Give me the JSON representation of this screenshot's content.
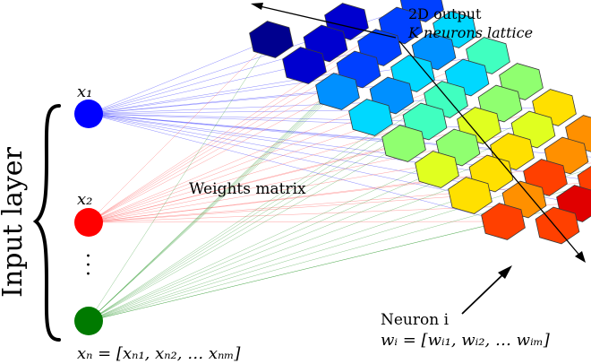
{
  "input_layer": {
    "label": "Input layer",
    "dots": "·",
    "nodes": [
      {
        "label": "x₁",
        "color": "#0000ff"
      },
      {
        "label": "x₂",
        "color": "#ff0000"
      },
      {
        "label": "xₙ = [xₙ₁, xₙ₂, … xₙₘ]",
        "color": "#007a00"
      }
    ]
  },
  "weights_label": "Weights matrix",
  "output": {
    "title_line1": "2D output",
    "title_line2": "K neurons lattice"
  },
  "neuron": {
    "label": "Neuron i",
    "weights": "wᵢ = [wᵢ₁, wᵢ₂, … wᵢₘ]"
  }
}
